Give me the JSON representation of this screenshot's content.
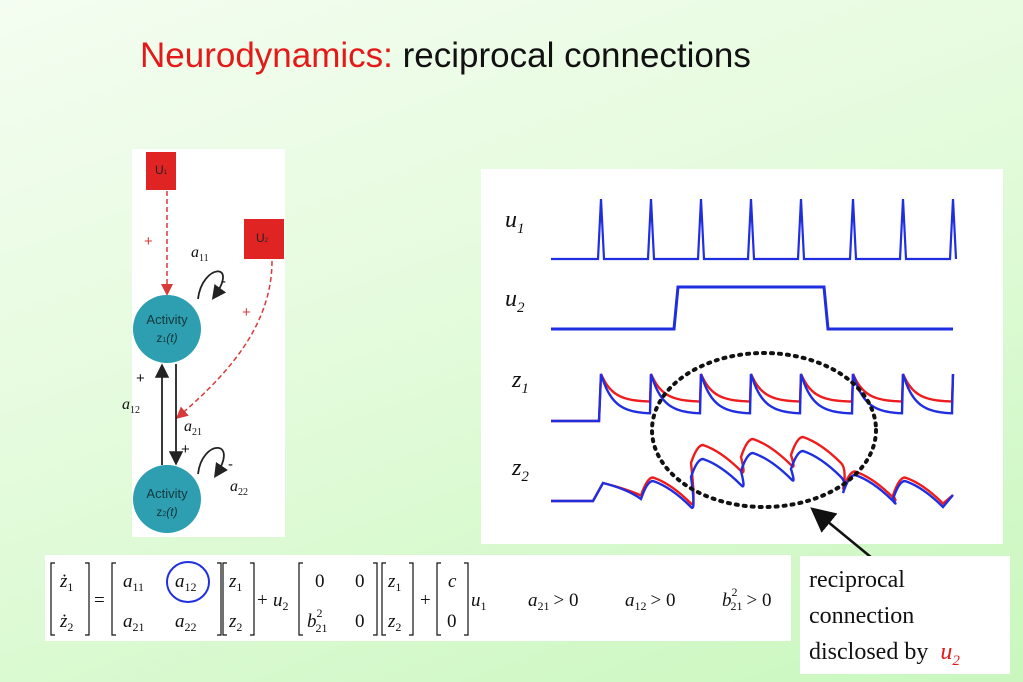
{
  "title": {
    "part1": "Neurodynamics:",
    "part2": "reciprocal connections"
  },
  "diagram": {
    "node_u1": "U",
    "node_u1_sub": "1",
    "node_u2": "U",
    "node_u2_sub": "2",
    "node_z1_line1": "Activity",
    "node_z1_line2": "z",
    "node_z1_sub": "1",
    "node_z1_arg": "(t)",
    "node_z2_line1": "Activity",
    "node_z2_line2": "z",
    "node_z2_sub": "2",
    "node_z2_arg": "(t)",
    "plus_u1": "+",
    "plus_u2": "+",
    "minus_a11": "-",
    "minus_a22": "-",
    "plus_a12": "+",
    "plus_a21": "+",
    "a11": "a",
    "a11_sub": "11",
    "a12": "a",
    "a12_sub": "12",
    "a21": "a",
    "a21_sub": "21",
    "a22": "a",
    "a22_sub": "22"
  },
  "traces": {
    "u1": "u",
    "u1_sub": "1",
    "u2": "u",
    "u2_sub": "2",
    "z1": "z",
    "z1_sub": "1",
    "z2": "z",
    "z2_sub": "2"
  },
  "equation": {
    "zdot1": "ż",
    "zdot1_sub": "1",
    "zdot2": "ż",
    "zdot2_sub": "2",
    "eq": "=",
    "a": "a",
    "s11": "11",
    "s12": "12",
    "s21": "21",
    "s22": "22",
    "z": "z",
    "s1": "1",
    "s2": "2",
    "plus": "+",
    "u": "u",
    "zero": "0",
    "b": "b",
    "b_sup": "2",
    "b_sub": "21",
    "c": "c",
    "cond1_lhs": "a",
    "cond1_sub": "21",
    "cond1_rhs": "> 0",
    "cond2_lhs": "a",
    "cond2_sub": "12",
    "cond2_rhs": "> 0",
    "cond3_lhs": "b",
    "cond3_sup": "2",
    "cond3_sub": "21",
    "cond3_rhs": "> 0"
  },
  "callout": {
    "line1": "reciprocal",
    "line2": "connection",
    "line3": "disclosed by",
    "u": "u",
    "u_sub": "2"
  },
  "colors": {
    "title_accent": "#e41a1a",
    "node_fill": "#2e9fb0",
    "input_box": "#e02424",
    "trace_blue": "#1f2ee0",
    "trace_red": "#ee1c1c"
  }
}
